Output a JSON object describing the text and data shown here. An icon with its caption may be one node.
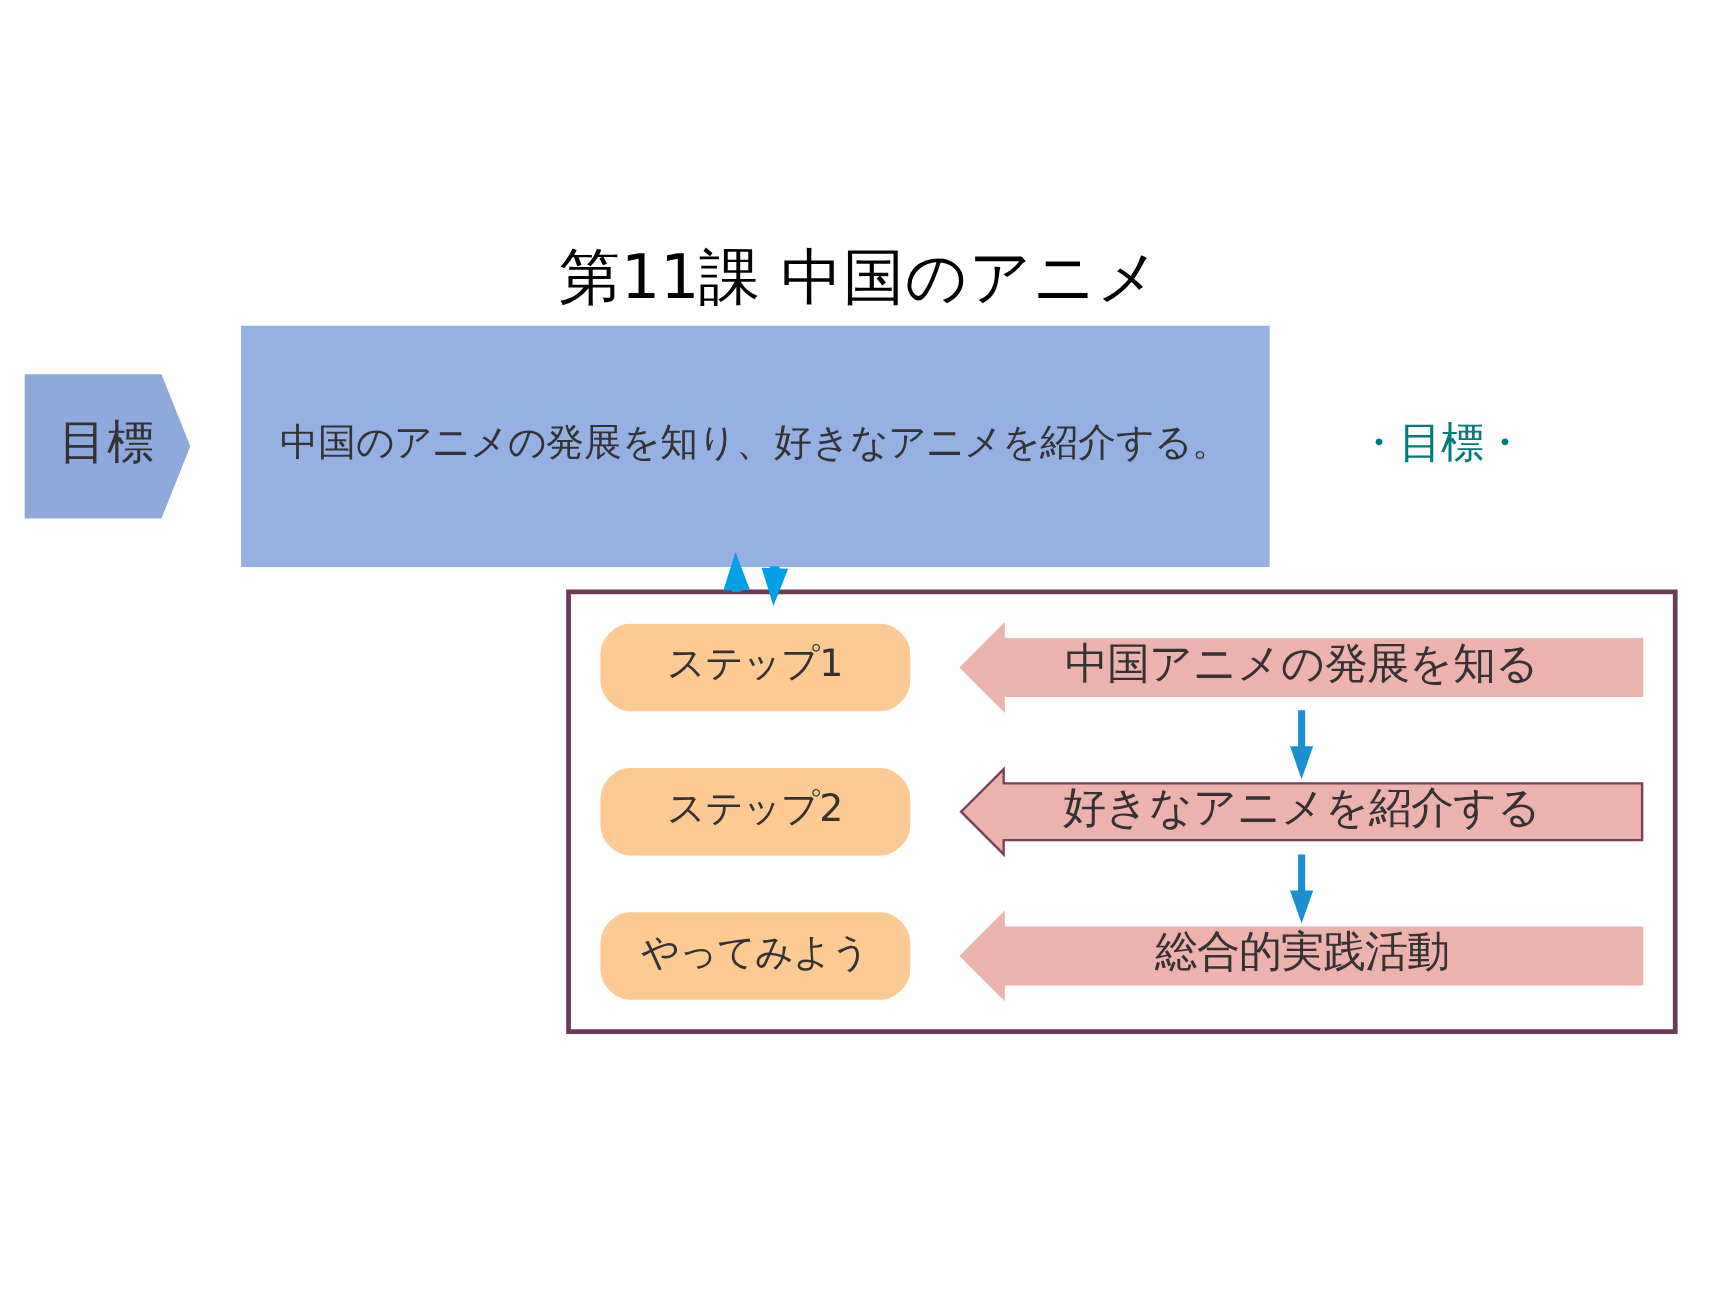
{
  "diagram": {
    "title": "第11課 中国のアニメ",
    "nodes": [
      {
        "text": [
          "目標"
        ]
      },
      {
        "text": [
          "中国のアニメの発展を知り、好きなアニメを紹介する。"
        ]
      },
      {
        "text": [],
        "shape": "box"
      },
      {
        "text": [
          "ステップ1"
        ],
        "in": 2
      },
      {
        "text": [
          "中国アニメの発展を知る"
        ],
        "in": 2
      },
      {
        "text": [
          "ステップ2"
        ],
        "in": 2
      },
      {
        "text": [
          "好きなアニメを紹介する"
        ],
        "in": 2
      },
      {
        "text": [
          "やってみよう"
        ],
        "in": 2
      },
      {
        "text": [
          "総合的実践活動"
        ],
        "in": 2
      }
    ],
    "edges": [
      {
        "from": 1,
        "to": 2,
        "arrow": "to"
      },
      {
        "from": 2,
        "to": 1,
        "arrow": "to"
      },
      {
        "from": 4,
        "to": 6,
        "arrow": "to"
      },
      {
        "from": 6,
        "to": 8,
        "arrow": "to"
      }
    ],
    "labels": [
      "・目標・"
    ]
  }
}
